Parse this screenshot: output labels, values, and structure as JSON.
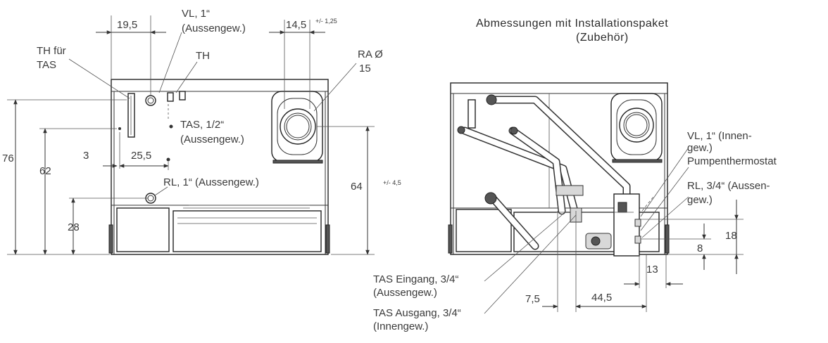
{
  "title": {
    "line1": "Abmessungen mit Installationspaket",
    "line2": "(Zubehör)"
  },
  "left": {
    "dim_19_5": "19,5",
    "vl_label_1": "VL, 1“",
    "vl_label_2": "(Aussengew.)",
    "th_label": "TH",
    "dim_14_5": "14,5",
    "dim_14_5_tol": "+/- 1,25",
    "th_tas_1": "TH für",
    "th_tas_2": "TAS",
    "ra_1": "RA Ø",
    "ra_2": "15",
    "tas_1": "TAS, 1/2“",
    "tas_2": "(Aussengew.)",
    "dim_76": "76",
    "dim_62": "62",
    "dim_3": "3",
    "dim_25_5": "25,5",
    "rl_label": "RL, 1“ (Aussengew.)",
    "dim_64": "64",
    "dim_64_tol": "+/- 4,5",
    "dim_28": "28"
  },
  "right": {
    "vl_1": "VL, 1“ (Innen-",
    "vl_2": "gew.)",
    "pump": "Pumpenthermostat",
    "rl_1": "RL, 3/4“ (Aussen-",
    "rl_2": "gew.)",
    "dim_18": "18",
    "dim_8": "8",
    "dim_13": "13",
    "tas_in_1": "TAS Eingang, 3/4“",
    "tas_in_2": "(Aussengew.)",
    "tas_out_1": "TAS Ausgang, 3/4“",
    "tas_out_2": "(Innengew.)",
    "dim_7_5": "7,5",
    "dim_44_5": "44,5"
  }
}
